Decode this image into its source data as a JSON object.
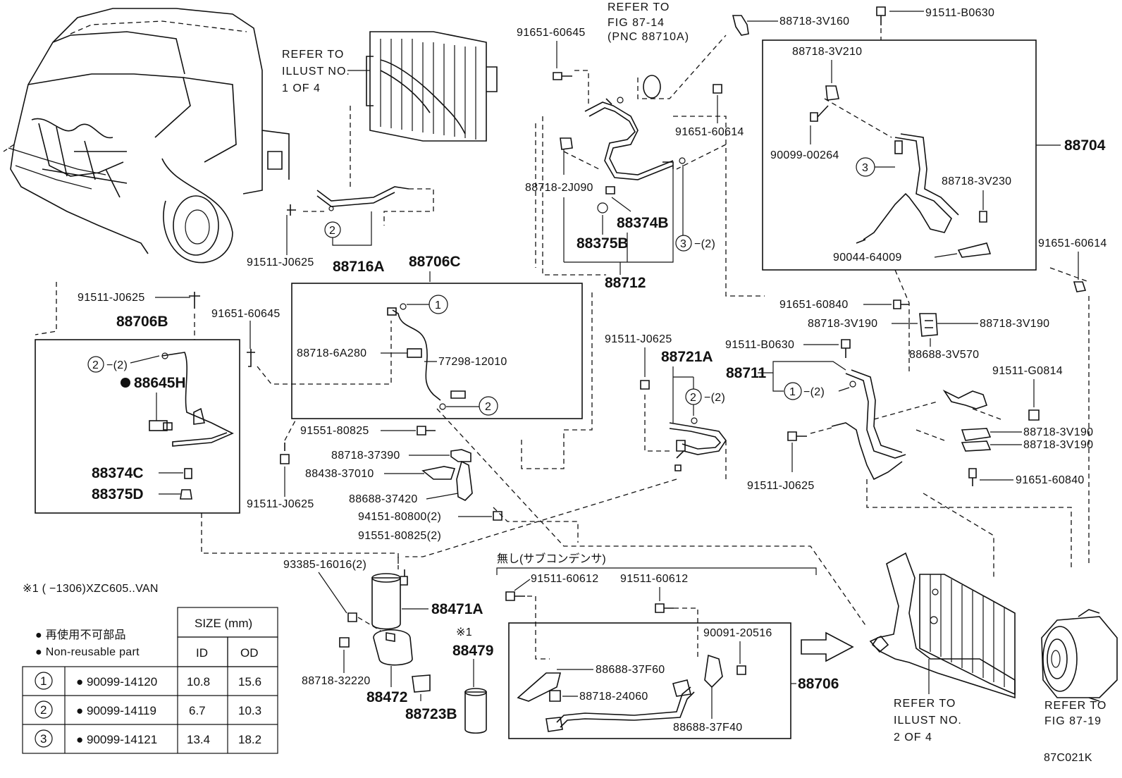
{
  "diagram_code": "87C021K",
  "notes": {
    "note1": "※1 ( −1306)XZC605..VAN",
    "jp_sub_condenser": "無し(サブコンデンサ)",
    "marker_star1": "※1"
  },
  "legend": {
    "nonreusable_jp": "● 再使用不可部品",
    "nonreusable_en": "● Non-reusable part"
  },
  "references": {
    "illust1": [
      "REFER TO",
      "ILLUST NO.",
      "1 OF 4"
    ],
    "illust2": [
      "REFER TO",
      "ILLUST NO.",
      "2 OF 4"
    ],
    "fig1": [
      "REFER TO",
      "FIG 87-14",
      "(PNC 88710A)"
    ],
    "fig2": [
      "REFER TO",
      "FIG 87-19"
    ]
  },
  "size_table": {
    "caption": "SIZE (mm)",
    "col_id": "ID",
    "col_od": "OD",
    "rows": [
      {
        "circle": "1",
        "part": "● 90099-14120",
        "id": "10.8",
        "od": "15.6"
      },
      {
        "circle": "2",
        "part": "● 90099-14119",
        "id": "6.7",
        "od": "10.3"
      },
      {
        "circle": "3",
        "part": "● 90099-14121",
        "id": "13.4",
        "od": "18.2"
      }
    ]
  },
  "parts": {
    "p91651_60645a": "91651-60645",
    "p91651_60645b": "91651-60645",
    "p88718_3v160": "88718-3V160",
    "p91511_b0630a": "91511-B0630",
    "p91511_b0630b": "91511-B0630",
    "p88718_3v210": "88718-3V210",
    "p90099_00264": "90099-00264",
    "p88704": "88704",
    "p88718_3v230": "88718-3V230",
    "p90044_64009": "90044-64009",
    "p91651_60614a": "91651-60614",
    "p91651_60614b": "91651-60614",
    "p88718_2j090": "88718-2J090",
    "p88374b": "88374B",
    "p88375b": "88375B",
    "p88712": "88712",
    "p91511_j0625a": "91511-J0625",
    "p91511_j0625b": "91511-J0625",
    "p91511_j0625c": "91511-J0625",
    "p91511_j0625d": "91511-J0625",
    "p91511_j0625e": "91511-J0625",
    "p88716a": "88716A",
    "p88706c": "88706C",
    "p88706b": "88706B",
    "p88645h": "88645H",
    "p88374c": "88374C",
    "p88375d": "88375D",
    "p88718_6a280": "88718-6A280",
    "p77298_12010": "77298-12010",
    "p91651_60840a": "91651-60840",
    "p91651_60840b": "91651-60840",
    "p88718_3v190a": "88718-3V190",
    "p88718_3v190b": "88718-3V190",
    "p88718_3v190c": "88718-3V190",
    "p88718_3v190d": "88718-3V190",
    "p88721a": "88721A",
    "p88711": "88711",
    "p88688_3v570": "88688-3V570",
    "p91511_g0814": "91511-G0814",
    "p91551_80825": "91551-80825",
    "p88718_37390": "88718-37390",
    "p88438_37010": "88438-37010",
    "p88688_37420": "88688-37420",
    "p94151_80800": "94151-80800(2)",
    "p91551_80825_2": "91551-80825(2)",
    "p93385_16016": "93385-16016(2)",
    "p88471a": "88471A",
    "p88718_32220": "88718-32220",
    "p88472": "88472",
    "p88723b": "88723B",
    "p88479": "88479",
    "p91511_60612a": "91511-60612",
    "p91511_60612b": "91511-60612",
    "p90091_20516": "90091-20516",
    "p88688_37f60": "88688-37F60",
    "p88718_24060": "88718-24060",
    "p88688_37f40": "88688-37F40",
    "p88706": "88706"
  },
  "callouts": {
    "c1": "1",
    "c2": "2",
    "c3": "3",
    "qty2": "−(2)"
  }
}
